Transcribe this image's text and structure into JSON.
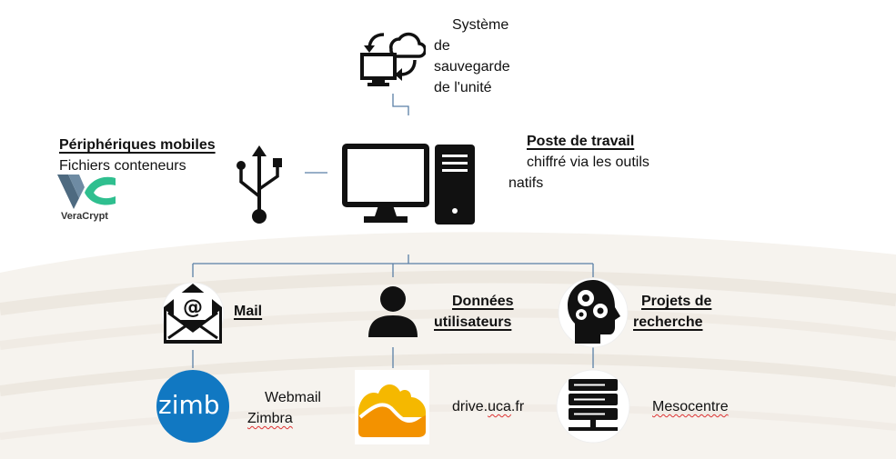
{
  "backup": {
    "lines": [
      "Système",
      "de",
      "sauvegarde",
      "de l'unité"
    ]
  },
  "mobile": {
    "title": "Périphériques mobiles",
    "subtitle": "Fichiers conteneurs",
    "logo_text": "VeraCrypt"
  },
  "workstation": {
    "title": "Poste de travail",
    "line1": "chiffré via les outils",
    "line2": "natifs"
  },
  "mail": {
    "label": "Mail"
  },
  "user_data": {
    "line1": "Données",
    "line2": "utilisateurs"
  },
  "research": {
    "line1": "Projets de",
    "line2": "recherche"
  },
  "webmail": {
    "line1": "Webmail",
    "line2": "Zimbra",
    "logo_text": "zimb"
  },
  "drive": {
    "prefix": "drive.",
    "domain": "uca",
    "suffix": ".fr"
  },
  "mesocentre": {
    "label": "Mesocentre"
  },
  "colors": {
    "line": "#5a7fa6",
    "zimbra": "#1178c2",
    "drive_top": "#f5b800",
    "drive_bottom": "#f39200"
  }
}
